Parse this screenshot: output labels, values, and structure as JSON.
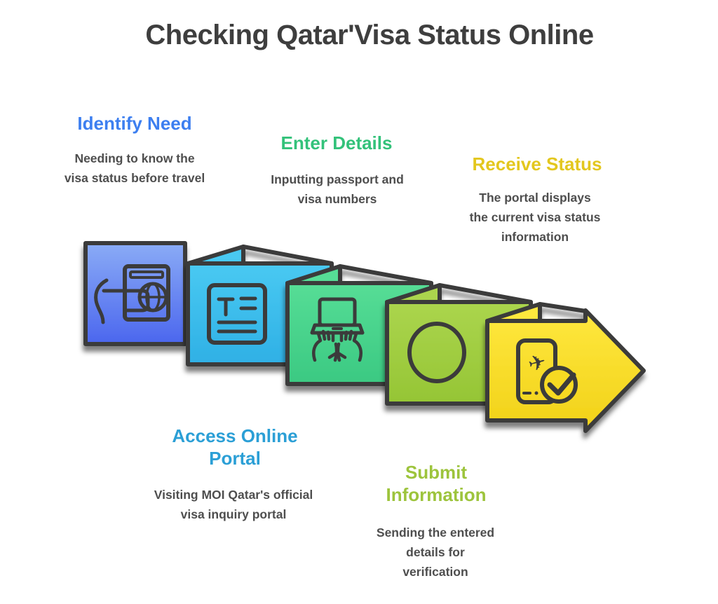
{
  "title": "Checking Qatar'Visa Status Online",
  "steps": {
    "identify_need": {
      "label": "Identify Need",
      "desc1": "Needing to know the",
      "desc2": "visa status before travel",
      "label_color": "#3d7ff0",
      "card_gradient": [
        "#8aabf6",
        "#4b66ee"
      ],
      "icon": "passport-globe-hand-icon"
    },
    "access_portal": {
      "label1": "Access Online",
      "label2": "Portal",
      "desc1": "Visiting MOI Qatar's official",
      "desc2": "visa inquiry portal",
      "label_color": "#2b9fd6",
      "card_gradient": [
        "#49c9f2",
        "#2fb0e5"
      ],
      "icon": "document-text-icon"
    },
    "enter_details": {
      "label": "Enter Details",
      "desc1": "Inputting passport and",
      "desc2": "visa numbers",
      "label_color": "#33c27a",
      "card_gradient": [
        "#56dd96",
        "#3bc982"
      ],
      "icon": "laptop-typing-icon"
    },
    "submit_info": {
      "label1": "Submit",
      "label2": "Information",
      "desc1": "Sending the entered",
      "desc2": "details for",
      "desc3": "verification",
      "label_color": "#9dc43c",
      "card_gradient": [
        "#abd54d",
        "#95c535"
      ],
      "icon": "circle-icon"
    },
    "receive_status": {
      "label": "Receive Status",
      "desc1": "The portal displays",
      "desc2": "the current visa status",
      "desc3": "information",
      "label_color": "#e3c71e",
      "card_gradient": [
        "#ffe83e",
        "#f1d118"
      ],
      "icon": "phone-visa-check-icon"
    }
  },
  "icons": {
    "airplane_glyph": "✈",
    "stroke_color": "#3a3a3a"
  }
}
